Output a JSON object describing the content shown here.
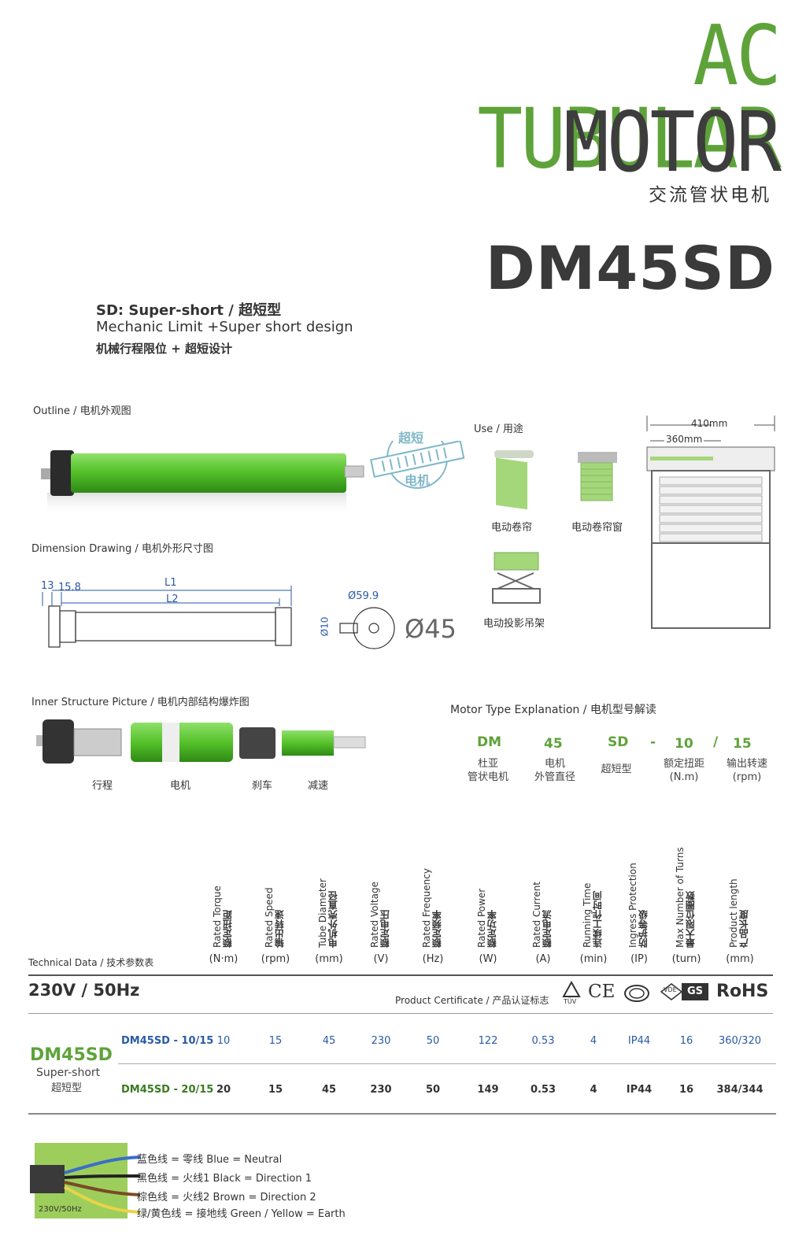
{
  "header": {
    "title_line1": "AC TUBULAR",
    "title_line2": "MOTOR",
    "title_cn": "交流管状电机",
    "model": "DM45SD"
  },
  "intro": {
    "line1": "SD: Super-short  / 超短型",
    "line2": "Mechanic Limit +Super short design",
    "line3": "机械行程限位 + 超短设计"
  },
  "outline": {
    "label": "Outline / 电机外观图",
    "badge_top": "超短",
    "badge_bottom": "电机"
  },
  "dimension": {
    "label": "Dimension Drawing / 电机外形尺寸图",
    "d13": "13",
    "d158": "15.8",
    "l1": "L1",
    "l2": "L2",
    "d599": "Ø59.9",
    "d10": "Ø10",
    "d45": "Ø45"
  },
  "use": {
    "label": "Use / 用途",
    "items": [
      "电动卷帘",
      "电动卷帘窗",
      "电动投影吊架"
    ],
    "dim_410": "410mm",
    "dim_360": "360mm"
  },
  "inner": {
    "label": "Inner Structure Picture / 电机内部结构爆炸图",
    "parts": [
      "行程",
      "电机",
      "刹车",
      "减速"
    ]
  },
  "type_explain": {
    "label": "Motor Type Explanation / 电机型号解读",
    "codes": [
      "DM",
      "45",
      "SD",
      "-",
      "10",
      "/",
      "15"
    ],
    "descs": [
      [
        "杜亚",
        "管状电机"
      ],
      [
        "电机",
        "外管直径"
      ],
      [
        "超短型"
      ],
      [
        "额定扭距",
        "(N.m)"
      ],
      [
        "输出转速",
        "(rpm)"
      ]
    ]
  },
  "tech": {
    "label": "Technical Data / 技术参数表",
    "headers": [
      {
        "en": "Rated Torque",
        "cn": "额定扭距",
        "unit": "(N·m)"
      },
      {
        "en": "Rated Speed",
        "cn": "输出转速",
        "unit": "(rpm)"
      },
      {
        "en": "Tube Diameter",
        "cn": "电机外壳直径",
        "unit": "(mm)"
      },
      {
        "en": "Rated Voltage",
        "cn": "额定电压",
        "unit": "(V)"
      },
      {
        "en": "Rated Frequency",
        "cn": "额定频率",
        "unit": "(Hz)"
      },
      {
        "en": "Rated Power",
        "cn": "额定功率",
        "unit": "(W)"
      },
      {
        "en": "Rated Current",
        "cn": "额定电流",
        "unit": "(A)"
      },
      {
        "en": "Running Time",
        "cn": "连续工作时间",
        "unit": "(min)"
      },
      {
        "en": "Ingress Protection",
        "cn": "防护等级",
        "unit": "(IP)"
      },
      {
        "en": "Max Number of Turns",
        "cn": "最大限位圈数",
        "unit": "(turn)"
      },
      {
        "en": "Product length",
        "cn": "产品长度",
        "unit": "(mm)"
      }
    ],
    "voltage": "230V / 50Hz",
    "cert_label": "Product Certificate / 产品认证标志",
    "rohs": "RoHS",
    "ce": "CE",
    "tuv": "TÜV",
    "gs": "GS",
    "vde": "VDE",
    "group_model": "DM45SD",
    "group_sub_en": "Super-short",
    "group_sub_cn": "超短型",
    "rows": [
      {
        "model": "DM45SD - 10/15",
        "values": [
          "10",
          "15",
          "45",
          "230",
          "50",
          "122",
          "0.53",
          "4",
          "IP44",
          "16",
          "360/320"
        ]
      },
      {
        "model": "DM45SD - 20/15",
        "values": [
          "20",
          "15",
          "45",
          "230",
          "50",
          "149",
          "0.53",
          "4",
          "IP44",
          "16",
          "384/344"
        ]
      }
    ]
  },
  "wiring": {
    "voltage": "230V/50Hz",
    "lines": [
      "蓝色线 = 零线   Blue = Neutral",
      "黑色线 = 火线1   Black = Direction 1",
      "棕色线 = 火线2   Brown = Direction 2",
      "绿/黄色线 = 接地线   Green / Yellow = Earth"
    ],
    "colors": [
      "#3a6ec9",
      "#222222",
      "#7a4a25",
      "#8cc63f"
    ]
  }
}
